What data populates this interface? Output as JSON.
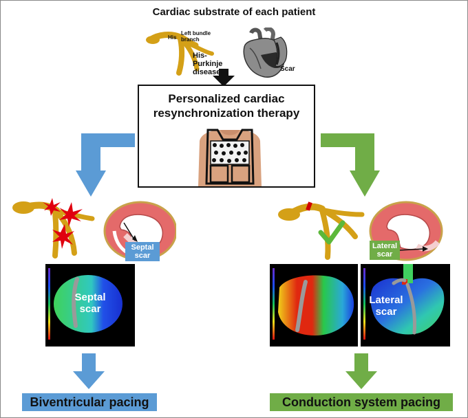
{
  "header": {
    "title": "Cardiac substrate of each patient"
  },
  "conduction": {
    "his": "His",
    "lbb": "Left bundle branch",
    "disease": "His-Purkinje disease",
    "scar": "Scar"
  },
  "center_box": {
    "title": "Personalized cardiac resynchronization therapy"
  },
  "left": {
    "scar_tag": "Septal scar",
    "map_label": "Septal scar",
    "result": "Biventricular pacing",
    "color": "#5b9bd5"
  },
  "right": {
    "scar_tag": "Lateral scar",
    "map_label": "Lateral scar",
    "result": "Conduction system pacing",
    "color": "#70ad47"
  },
  "colors": {
    "his_purkinje": "#d4a017",
    "lesion": "#e0000f",
    "myocardium": "#e46a6a"
  }
}
